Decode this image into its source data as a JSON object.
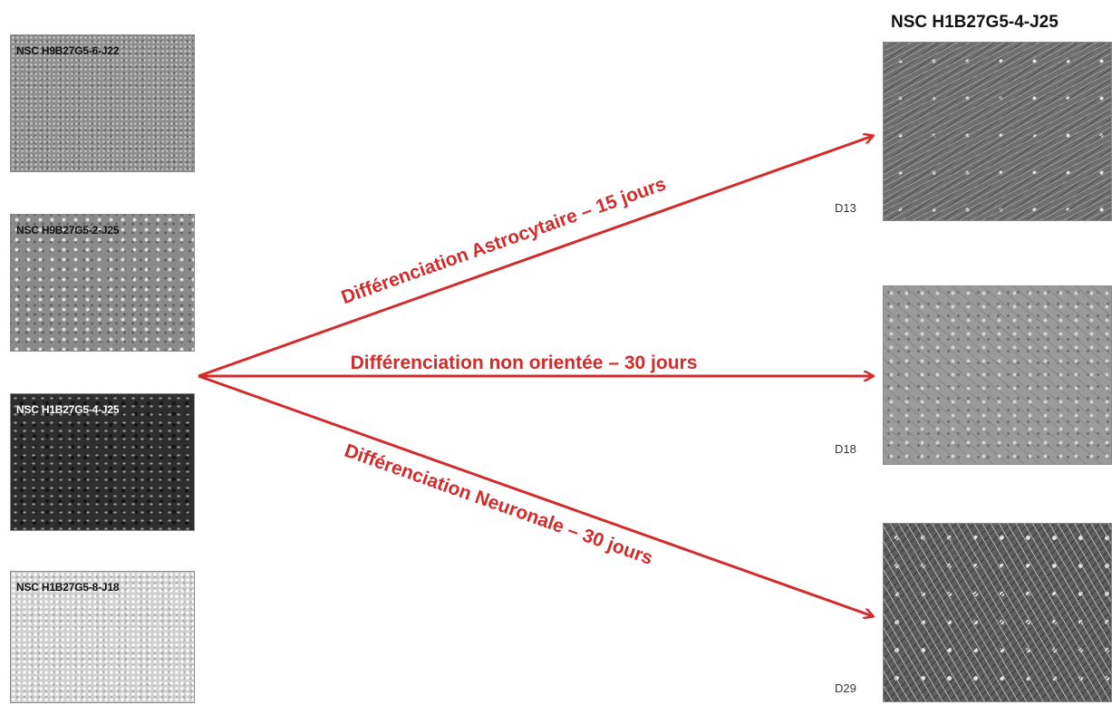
{
  "left_samples": [
    {
      "label": "NSC H9B27G5-6-J22",
      "texture": "dense"
    },
    {
      "label": "NSC H9B27G5-2-J25",
      "texture": "spotty"
    },
    {
      "label": "NSC H1B27G5-4-J25",
      "texture": "dark"
    },
    {
      "label": "NSC H1B27G5-8-J18",
      "texture": "light"
    }
  ],
  "right_title": "NSC H1B27G5-4-J25",
  "differentiations": [
    {
      "label": "Différenciation Astrocytaire – 15 jours",
      "day": "D13",
      "texture": "fibrous"
    },
    {
      "label": "Différenciation non orientée – 30 jours",
      "day": "D18",
      "texture": "sparse"
    },
    {
      "label": "Différenciation Neuronale – 30 jours",
      "day": "D29",
      "texture": "neuronal"
    }
  ],
  "colors": {
    "arrow": "#d22b2b",
    "background": "#ffffff"
  }
}
